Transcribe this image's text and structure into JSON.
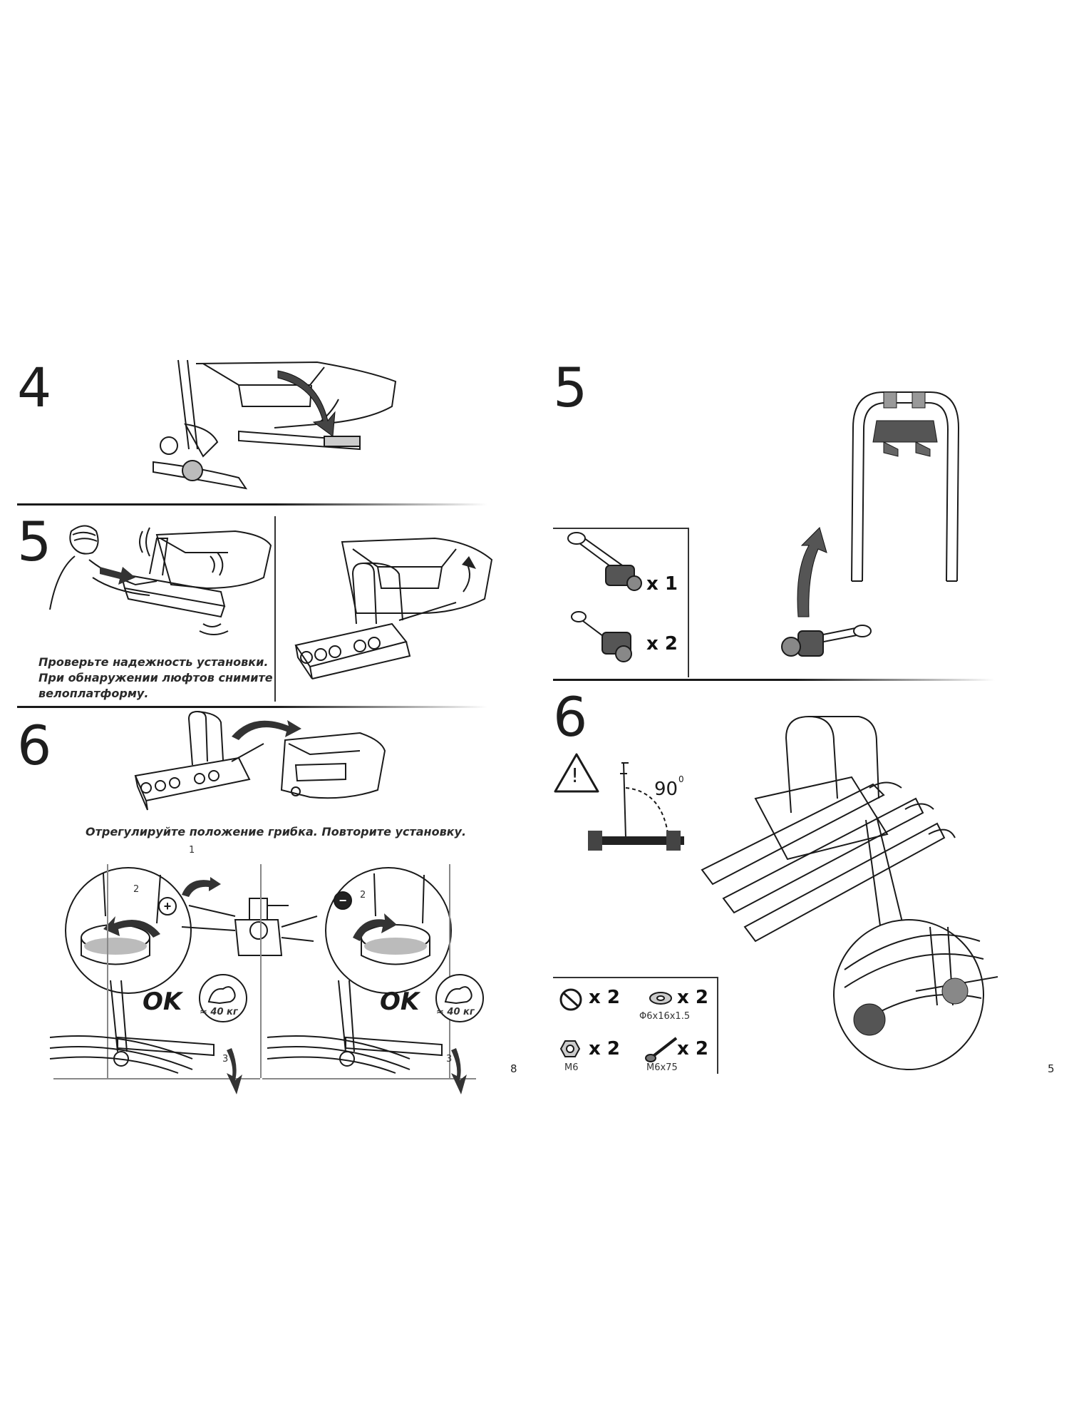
{
  "left_page": {
    "step4": {
      "number": "4"
    },
    "step5": {
      "number": "5",
      "caption_lines": [
        "Проверьте надежность установки.",
        "При обнаружении люфтов снимите",
        "велоплатформу."
      ]
    },
    "step6": {
      "number": "6",
      "caption": "Отрегулируйте положение грибка. Повторите установку.",
      "callouts": {
        "arrow1": "1",
        "arrow2_left": "2",
        "arrow2_right": "2",
        "arrow3_left": "3",
        "arrow3_right": "3",
        "plus": "+",
        "minus": "−"
      },
      "ok_label_left": "OK",
      "ok_label_right": "OK",
      "force_left": "≈ 40 кг",
      "force_right": "≈ 40 кг"
    },
    "page_number": "8"
  },
  "right_page": {
    "step5": {
      "number": "5",
      "parts": [
        {
          "qty": "x 1"
        },
        {
          "qty": "x 2"
        }
      ]
    },
    "step6": {
      "number": "6",
      "warning_symbol": "!",
      "angle_label": "90",
      "angle_unit": "0",
      "hardware": [
        {
          "qty": "x 2",
          "label": ""
        },
        {
          "qty": "x 2",
          "label": "Φ6x16x1.5"
        },
        {
          "qty": "x 2",
          "label": "M6"
        },
        {
          "qty": "x 2",
          "label": "M6x75"
        }
      ]
    },
    "page_number": "5"
  },
  "colors": {
    "ink": "#1a1a1a",
    "paper": "#ffffff",
    "grey_part": "#555555"
  }
}
